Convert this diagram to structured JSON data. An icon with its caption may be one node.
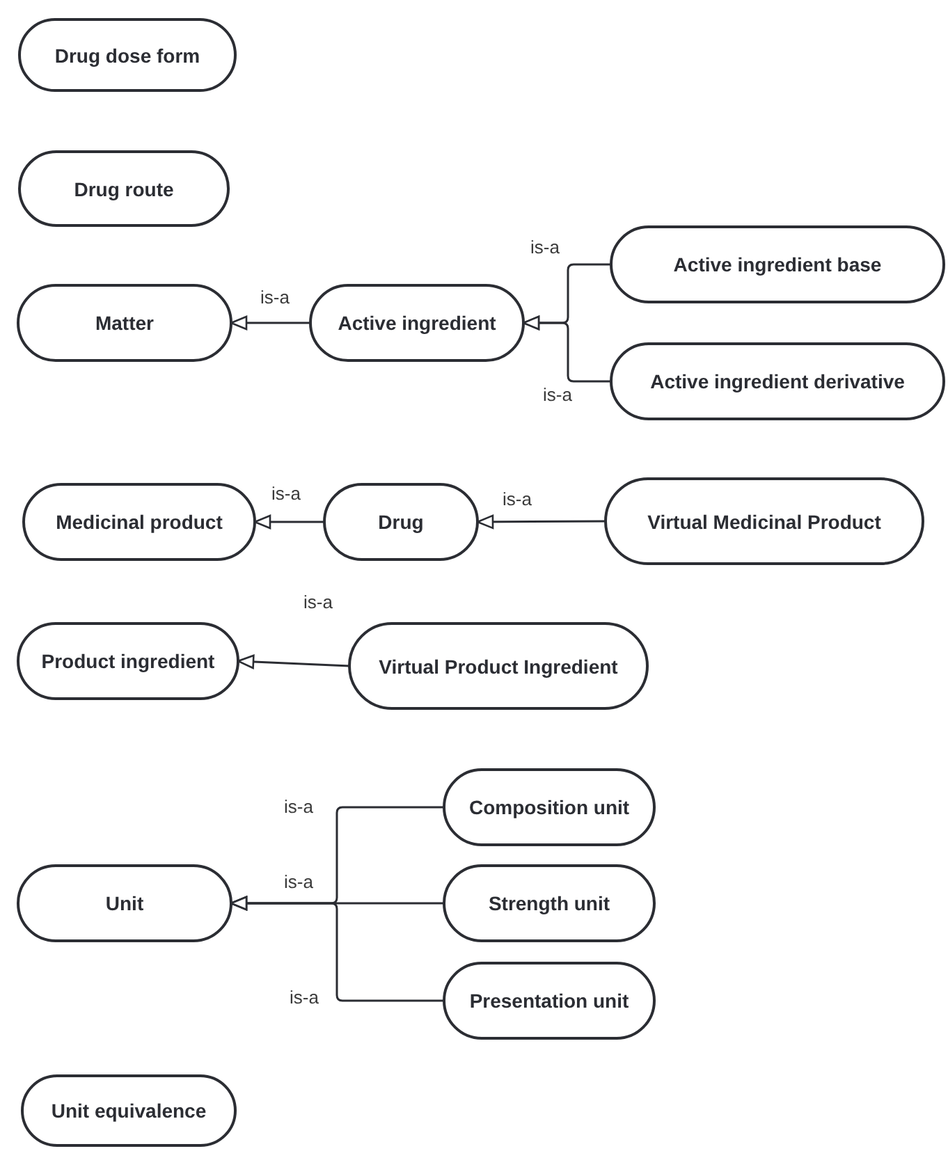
{
  "diagram": {
    "nodes": [
      {
        "text": [
          "Drug dose form"
        ]
      },
      {
        "text": [
          "Drug route"
        ]
      },
      {
        "text": [
          "Matter"
        ]
      },
      {
        "text": [
          "Active ingredient"
        ]
      },
      {
        "text": [
          "Active ingredient base"
        ]
      },
      {
        "text": [
          "Active ingredient derivative"
        ]
      },
      {
        "text": [
          "Medicinal product"
        ]
      },
      {
        "text": [
          "Drug"
        ]
      },
      {
        "text": [
          "Virtual Medicinal Product"
        ]
      },
      {
        "text": [
          "Product ingredient"
        ]
      },
      {
        "text": [
          "Virtual Product Ingredient"
        ]
      },
      {
        "text": [
          "Unit"
        ]
      },
      {
        "text": [
          "Composition unit"
        ]
      },
      {
        "text": [
          "Strength unit"
        ]
      },
      {
        "text": [
          "Presentation unit"
        ]
      },
      {
        "text": [
          "Unit equivalence"
        ]
      }
    ],
    "edges": [
      {
        "from": 3,
        "to": 2,
        "arrow": "to",
        "label": "is-a"
      },
      {
        "from": 4,
        "to": 3,
        "arrow": "to",
        "label": "is-a"
      },
      {
        "from": 5,
        "to": 3,
        "arrow": "to",
        "label": "is-a"
      },
      {
        "from": 7,
        "to": 6,
        "arrow": "to",
        "label": "is-a"
      },
      {
        "from": 8,
        "to": 7,
        "arrow": "to",
        "label": "is-a"
      },
      {
        "from": 10,
        "to": 9,
        "arrow": "to",
        "label": "is-a"
      },
      {
        "from": 12,
        "to": 11,
        "arrow": "to",
        "label": "is-a"
      },
      {
        "from": 13,
        "to": 11,
        "arrow": "to",
        "label": "is-a"
      },
      {
        "from": 14,
        "to": 11,
        "arrow": "to",
        "label": "is-a"
      }
    ]
  }
}
